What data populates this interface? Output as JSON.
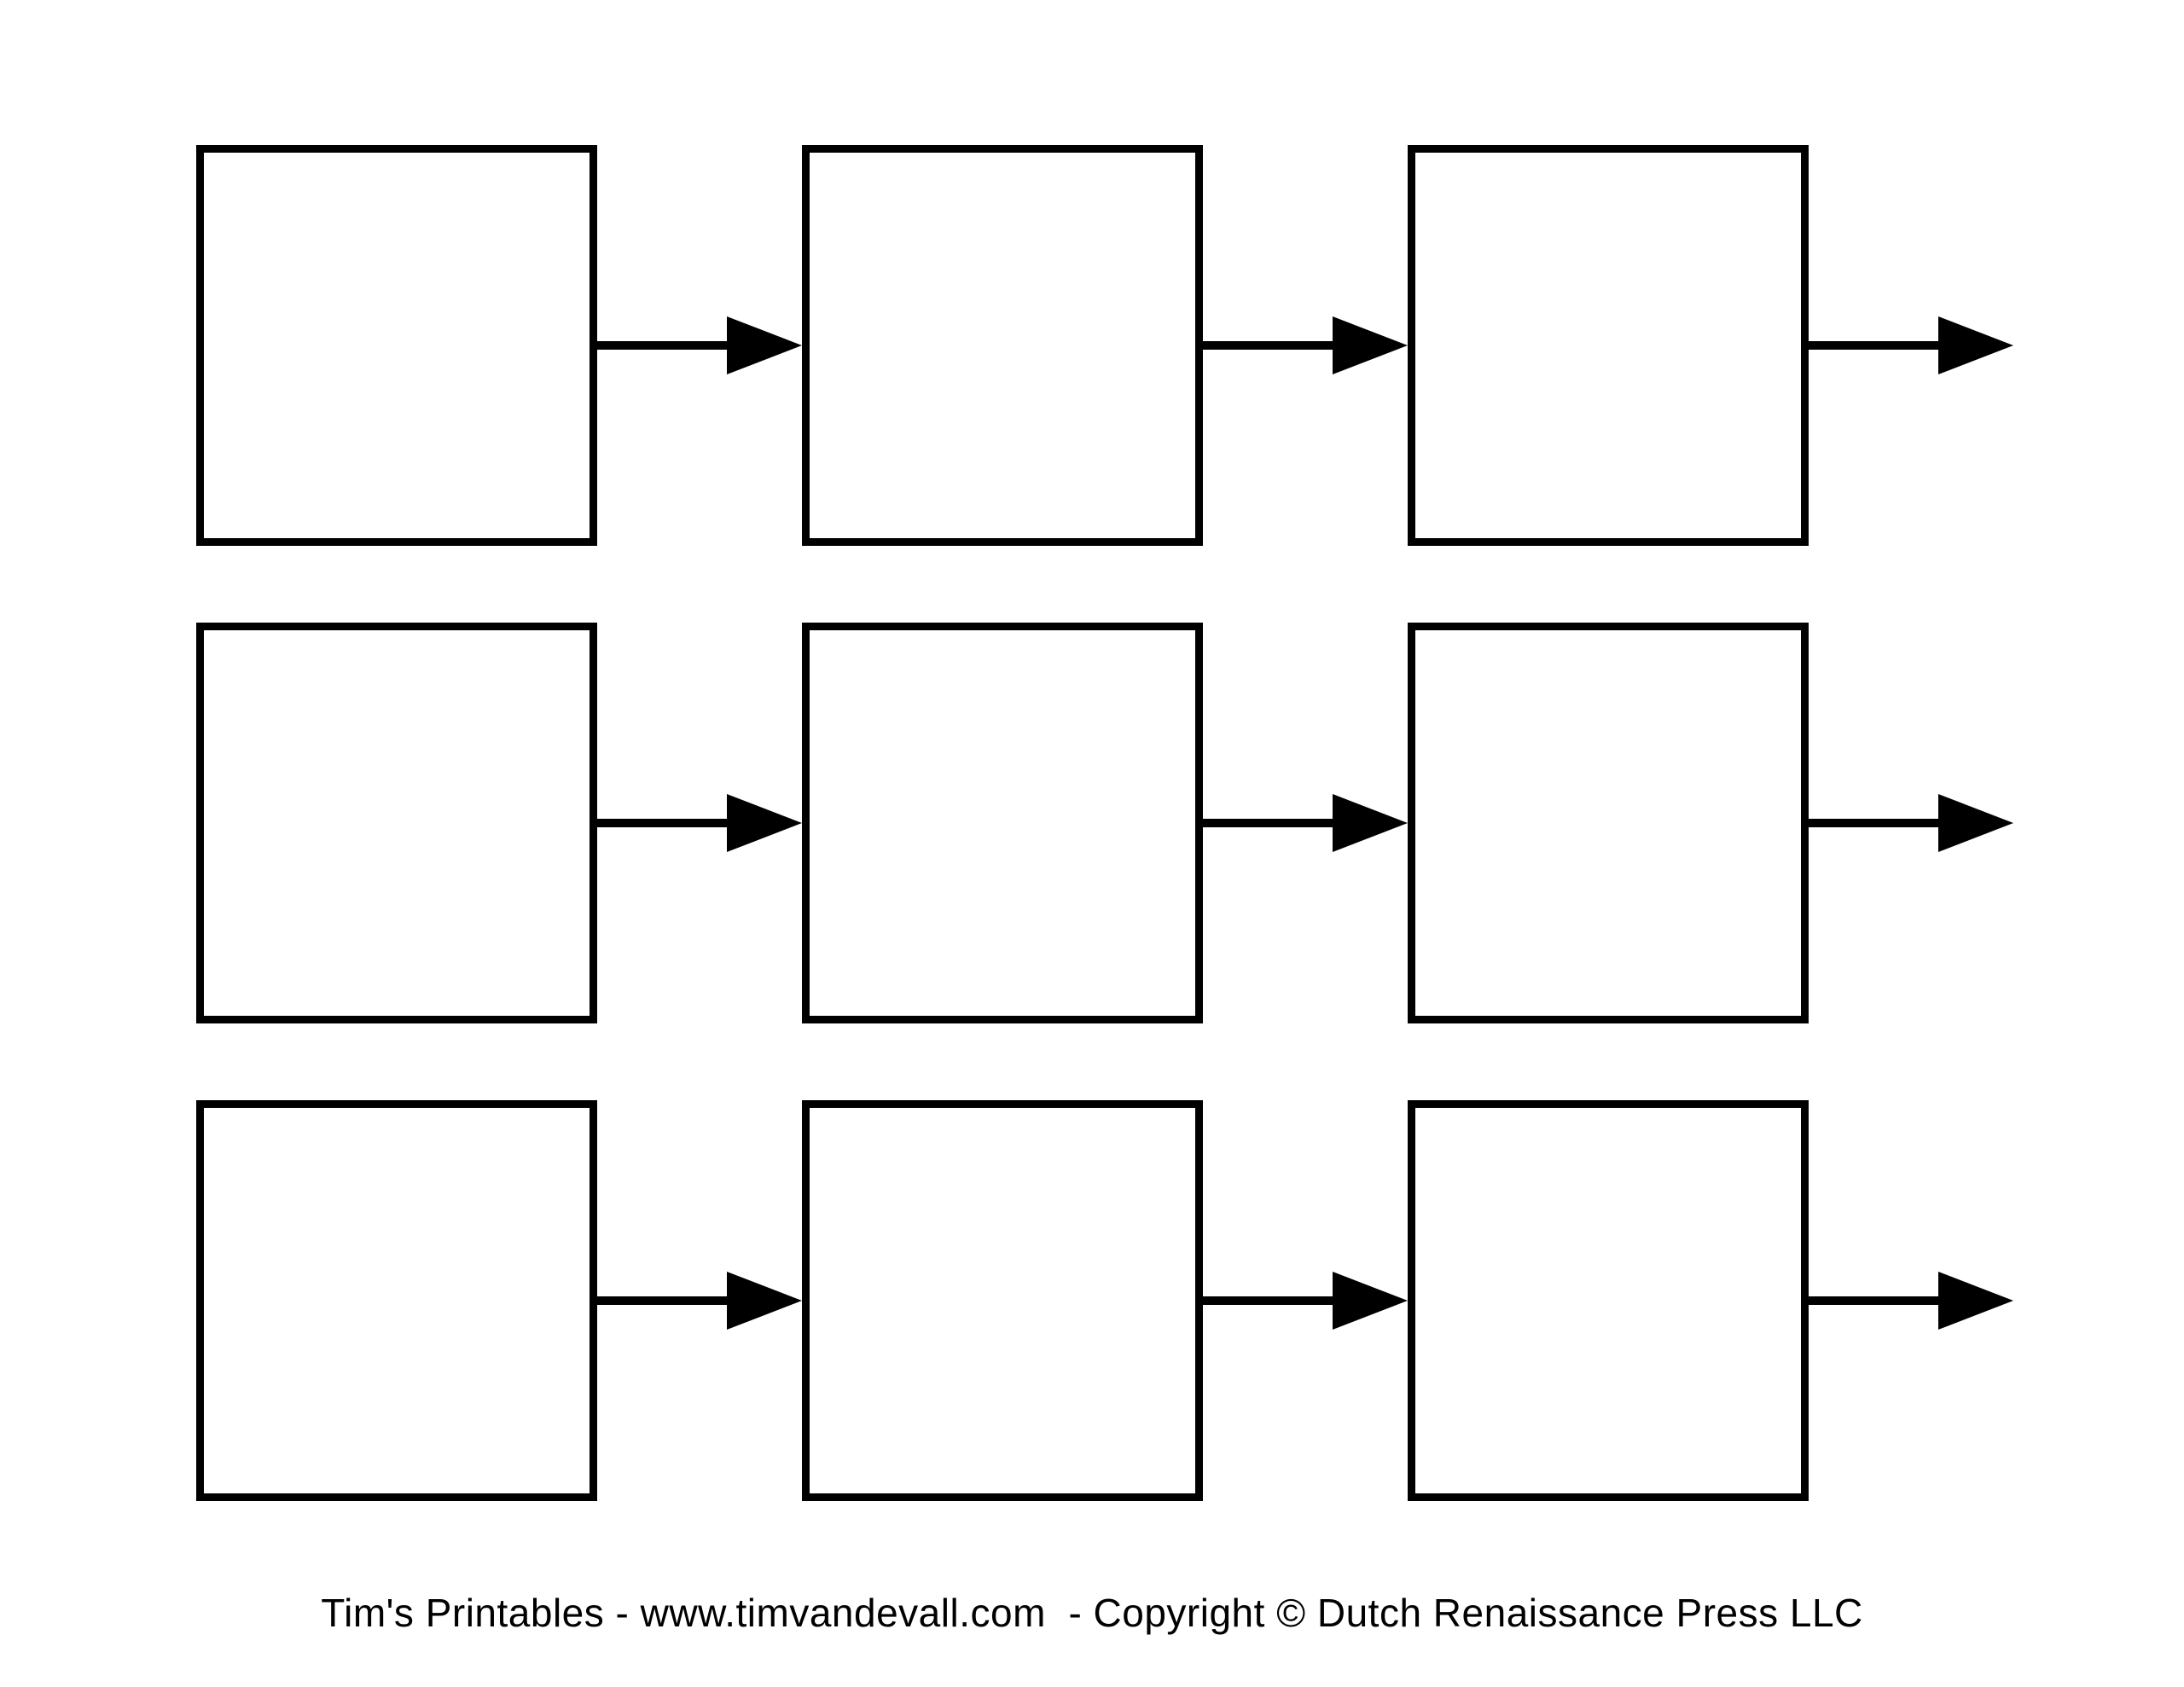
{
  "canvas": {
    "background_color": "#ffffff",
    "line_color": "#000000",
    "description": "Blank flowchart template: 3 rows of 3 empty process boxes linked by right-pointing arrows, each row ending with a trailing arrow"
  },
  "flowchart": {
    "row_count": 3,
    "boxes_per_row": 3,
    "rows": [
      {
        "boxes": [
          "",
          "",
          ""
        ]
      },
      {
        "boxes": [
          "",
          "",
          ""
        ]
      },
      {
        "boxes": [
          "",
          "",
          ""
        ]
      }
    ]
  },
  "footer": {
    "credit_line": "Tim's Printables - www.timvandevall.com  - Copyright © Dutch Renaissance Press LLC"
  }
}
